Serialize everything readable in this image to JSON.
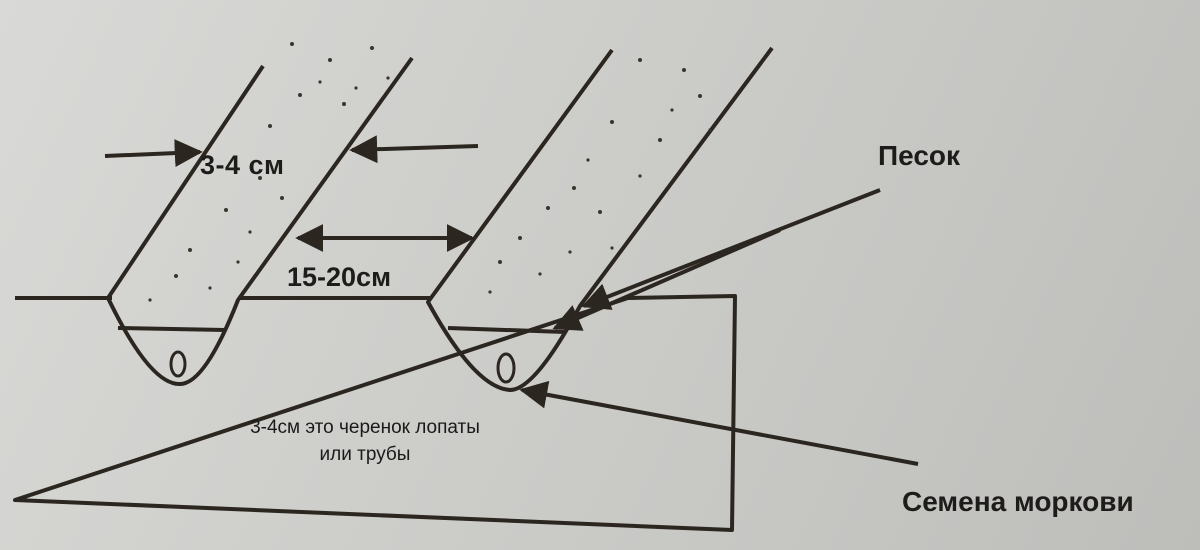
{
  "labels": {
    "top_width": "3-4 см",
    "gap": "15-20см",
    "sand": "Песок",
    "seeds": "Семена моркови",
    "note_line1": "3-4см это черенок лопаты",
    "note_line2": "или трубы"
  },
  "colors": {
    "ink": "#2b2620",
    "background": "#cfcfcd"
  }
}
